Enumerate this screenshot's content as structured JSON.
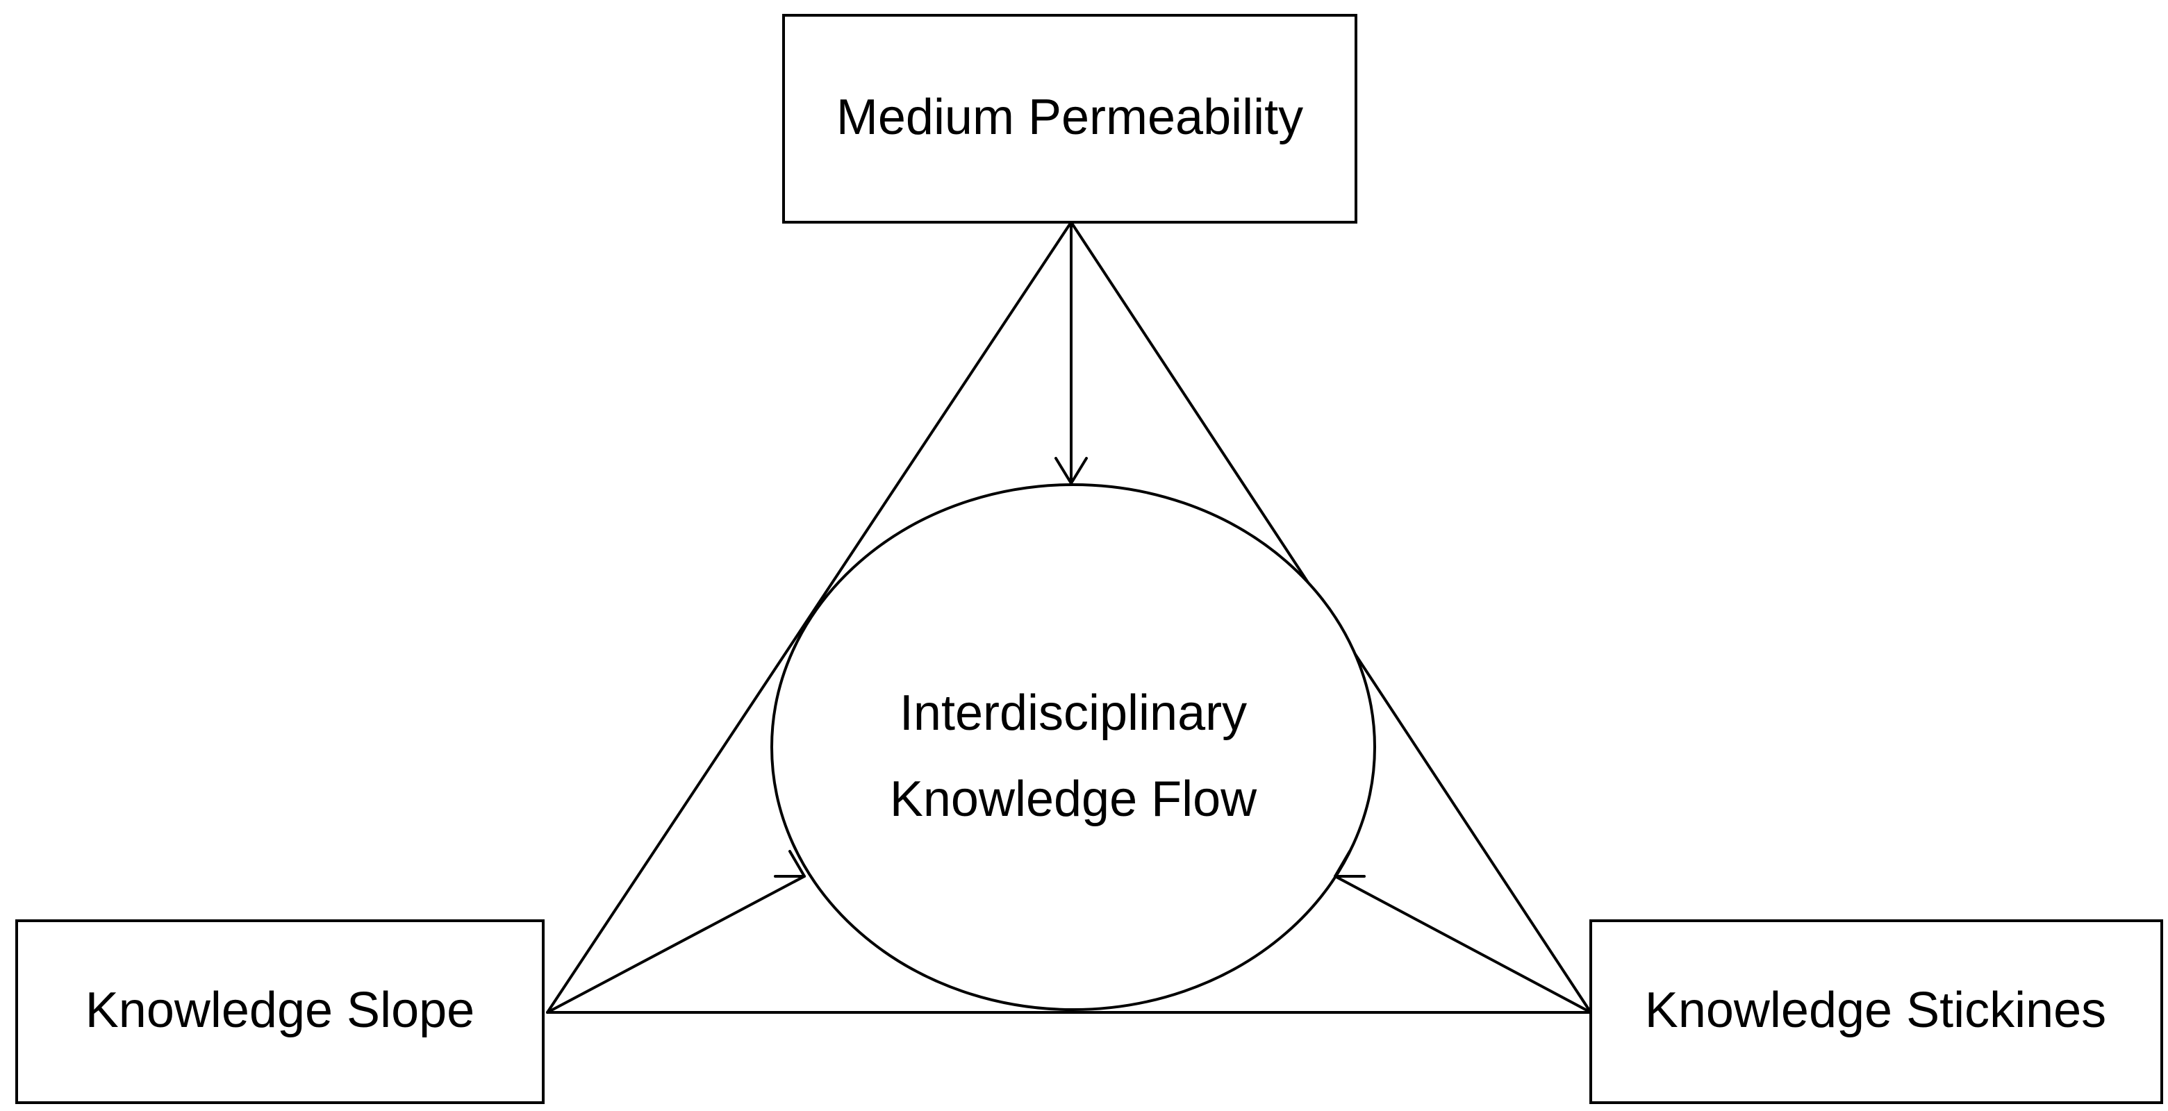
{
  "diagram": {
    "nodes": {
      "medium_permeability": {
        "label": "Medium Permeability"
      },
      "knowledge_slope": {
        "label": "Knowledge Slope"
      },
      "knowledge_stickiness": {
        "label": "Knowledge Stickines"
      },
      "interdisciplinary_knowledge_flow": {
        "label_line1": "Interdisciplinary",
        "label_line2": "Knowledge Flow"
      }
    },
    "edges": [
      {
        "from": "medium_permeability",
        "to": "interdisciplinary_knowledge_flow",
        "arrow": true
      },
      {
        "from": "knowledge_slope",
        "to": "interdisciplinary_knowledge_flow",
        "arrow": true
      },
      {
        "from": "knowledge_stickiness",
        "to": "interdisciplinary_knowledge_flow",
        "arrow": true
      },
      {
        "from": "medium_permeability",
        "to": "knowledge_slope",
        "arrow": false
      },
      {
        "from": "medium_permeability",
        "to": "knowledge_stickiness",
        "arrow": false
      },
      {
        "from": "knowledge_slope",
        "to": "knowledge_stickiness",
        "arrow": false
      }
    ],
    "colors": {
      "stroke": "#000000",
      "fill": "#ffffff",
      "text": "#000000"
    }
  }
}
